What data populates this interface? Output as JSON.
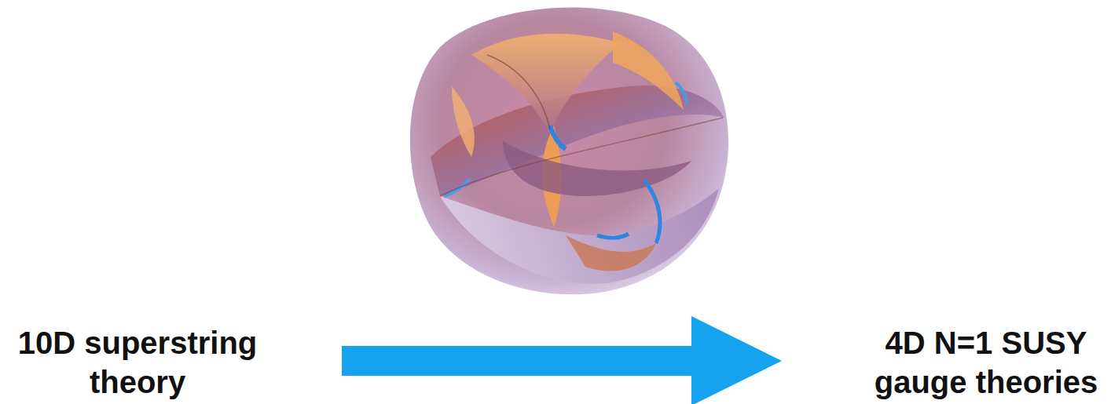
{
  "diagram": {
    "nodes": [
      {
        "text": [
          "10D superstring theory"
        ]
      },
      {
        "text": [
          "4D N=1 SUSY gauge theories"
        ]
      }
    ],
    "edges": [
      {
        "from": 0,
        "to": 1,
        "arrow": "to"
      }
    ]
  }
}
